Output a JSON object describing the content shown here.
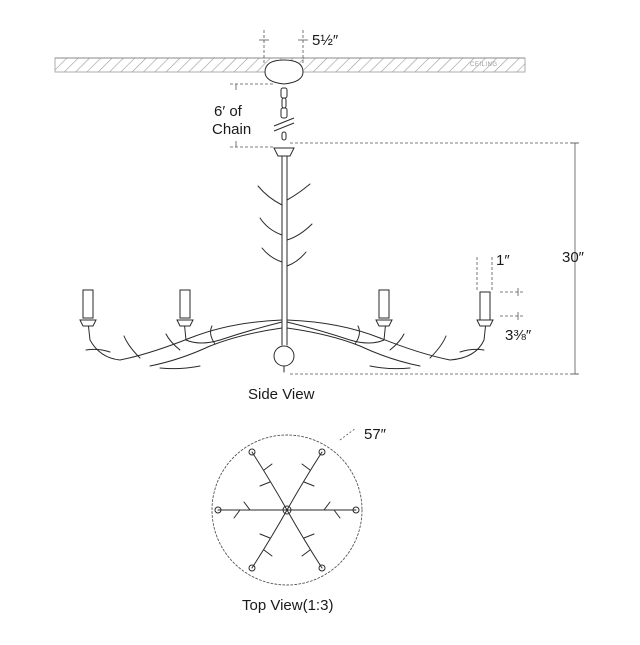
{
  "ceiling_label": "CEILING",
  "dimensions": {
    "canopy_width": "5½″",
    "chain": "6′ of",
    "chain_2": "Chain",
    "height": "30″",
    "candle_top": "1″",
    "candle_height": "3⅜″",
    "diameter": "57″"
  },
  "views": {
    "side": "Side View",
    "top": "Top View(1:3)"
  },
  "colors": {
    "line": "#2a2a2a",
    "dim_line": "#555555",
    "hatch": "#9a9a9a"
  }
}
